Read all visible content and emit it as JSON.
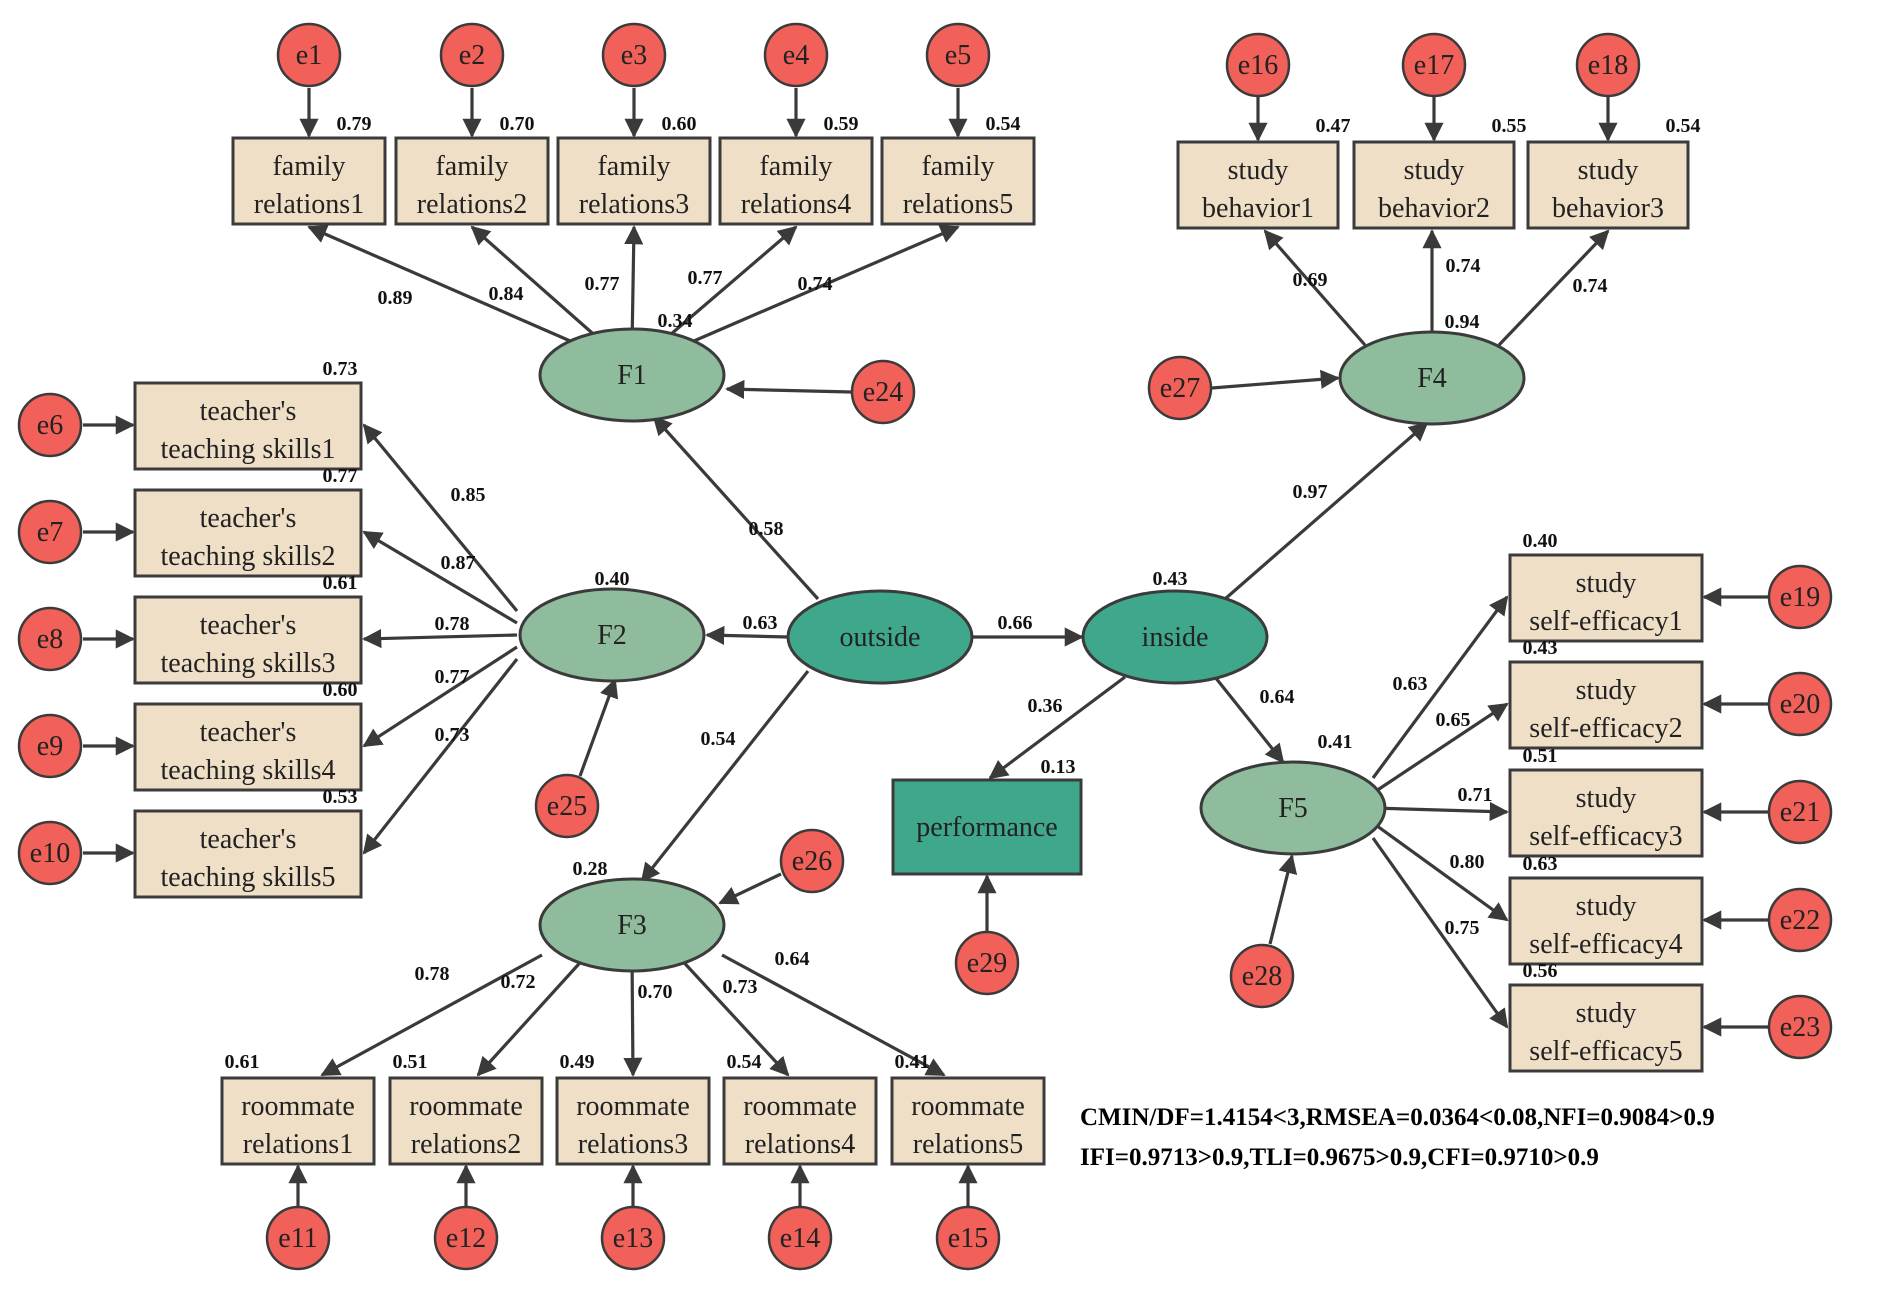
{
  "latent": {
    "F1": "F1",
    "F2": "F2",
    "F3": "F3",
    "F4": "F4",
    "F5": "F5",
    "outside": "outside",
    "inside": "inside"
  },
  "performance": {
    "label": "performance",
    "r2": "0.13"
  },
  "family": [
    {
      "l1": "family",
      "l2": "relations1",
      "err": "e1",
      "r2": "0.79",
      "load": "0.89"
    },
    {
      "l1": "family",
      "l2": "relations2",
      "err": "e2",
      "r2": "0.70",
      "load": "0.84"
    },
    {
      "l1": "family",
      "l2": "relations3",
      "err": "e3",
      "r2": "0.60",
      "load": "0.77"
    },
    {
      "l1": "family",
      "l2": "relations4",
      "err": "e4",
      "r2": "0.59",
      "load": "0.77"
    },
    {
      "l1": "family",
      "l2": "relations5",
      "err": "e5",
      "r2": "0.54",
      "load": "0.74"
    }
  ],
  "teacher": [
    {
      "l1": "teacher's",
      "l2": "teaching skills1",
      "err": "e6",
      "r2": "0.73",
      "load": "0.85"
    },
    {
      "l1": "teacher's",
      "l2": "teaching skills2",
      "err": "e7",
      "r2": "0.77",
      "load": "0.87"
    },
    {
      "l1": "teacher's",
      "l2": "teaching skills3",
      "err": "e8",
      "r2": "0.61",
      "load": "0.78"
    },
    {
      "l1": "teacher's",
      "l2": "teaching skills4",
      "err": "e9",
      "r2": "0.60",
      "load": "0.77"
    },
    {
      "l1": "teacher's",
      "l2": "teaching skills5",
      "err": "e10",
      "r2": "0.53",
      "load": "0.73"
    }
  ],
  "roommate": [
    {
      "l1": "roommate",
      "l2": "relations1",
      "err": "e11",
      "r2": "0.61",
      "load": "0.78"
    },
    {
      "l1": "roommate",
      "l2": "relations2",
      "err": "e12",
      "r2": "0.51",
      "load": "0.72"
    },
    {
      "l1": "roommate",
      "l2": "relations3",
      "err": "e13",
      "r2": "0.49",
      "load": "0.70"
    },
    {
      "l1": "roommate",
      "l2": "relations4",
      "err": "e14",
      "r2": "0.54",
      "load": "0.73"
    },
    {
      "l1": "roommate",
      "l2": "relations5",
      "err": "e15",
      "r2": "0.41",
      "load": "0.64"
    }
  ],
  "behavior": [
    {
      "l1": "study",
      "l2": "behavior1",
      "err": "e16",
      "r2": "0.47",
      "load": "0.69"
    },
    {
      "l1": "study",
      "l2": "behavior2",
      "err": "e17",
      "r2": "0.55",
      "load": "0.74"
    },
    {
      "l1": "study",
      "l2": "behavior3",
      "err": "e18",
      "r2": "0.54",
      "load": "0.74"
    }
  ],
  "efficacy": [
    {
      "l1": "study",
      "l2": "self-efficacy1",
      "err": "e19",
      "r2": "0.40",
      "load": "0.63"
    },
    {
      "l1": "study",
      "l2": "self-efficacy2",
      "err": "e20",
      "r2": "0.43",
      "load": "0.65"
    },
    {
      "l1": "study",
      "l2": "self-efficacy3",
      "err": "e21",
      "r2": "0.51",
      "load": "0.71"
    },
    {
      "l1": "study",
      "l2": "self-efficacy4",
      "err": "e22",
      "r2": "0.63",
      "load": "0.80"
    },
    {
      "l1": "study",
      "l2": "self-efficacy5",
      "err": "e23",
      "r2": "0.56",
      "load": "0.75"
    }
  ],
  "disturbances": {
    "F1": "e24",
    "F2": "e25",
    "F3": "e26",
    "F4": "e27",
    "F5": "e28",
    "performance": "e29"
  },
  "r2_latent": {
    "F1": "0.34",
    "F2": "0.40",
    "F3": "0.28",
    "F4": "0.94",
    "F5": "0.41",
    "inside": "0.43"
  },
  "paths": {
    "outside_F1": "0.58",
    "outside_F2": "0.63",
    "outside_F3": "0.54",
    "outside_inside": "0.66",
    "inside_F4": "0.97",
    "inside_F5": "0.64",
    "inside_performance": "0.36"
  },
  "fit": {
    "line1": "CMIN/DF=1.4154<3,RMSEA=0.0364<0.08,NFI=0.9084>0.9",
    "line2": "IFI=0.9713>0.9,TLI=0.9675>0.9,CFI=0.9710>0.9"
  },
  "colors": {
    "observed_fill": "#efdfc7",
    "error_fill": "#f16059",
    "latent_fill": "#8ebc9c",
    "central_fill": "#3fa88c",
    "stroke": "#3b3b3b"
  }
}
